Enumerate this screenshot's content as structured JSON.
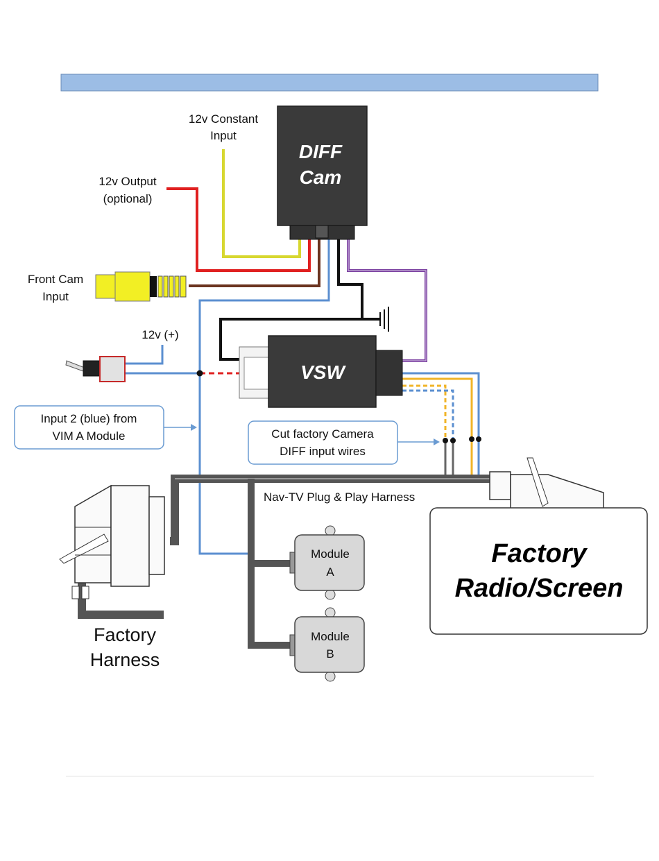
{
  "header_bar_color": "#9cbde5",
  "devices": {
    "diff_cam": {
      "line1": "DIFF",
      "line2": "Cam"
    },
    "vsw": {
      "label": "VSW"
    },
    "module_a": {
      "line1": "Module",
      "line2": "A"
    },
    "module_b": {
      "line1": "Module",
      "line2": "B"
    },
    "factory_radio": {
      "line1": "Factory",
      "line2": "Radio/Screen"
    }
  },
  "labels": {
    "constant_12v": {
      "line1": "12v Constant",
      "line2": "Input"
    },
    "output_12v": {
      "line1": "12v Output",
      "line2": "(optional)"
    },
    "front_cam": {
      "line1": "Front Cam",
      "line2": "Input"
    },
    "plus_12v": "12v (+)",
    "harness": "Nav-TV Plug & Play Harness",
    "factory_harness": {
      "line1": "Factory",
      "line2": "Harness"
    }
  },
  "callouts": {
    "input2": {
      "line1": "Input 2 (blue) from",
      "line2": "VIM A Module"
    },
    "cut_wires": {
      "line1": "Cut factory Camera",
      "line2": "DIFF input wires"
    }
  },
  "wire_colors": {
    "yellow": "#d7d730",
    "red": "#e02020",
    "brown": "#6b3420",
    "blue": "#5b8fd0",
    "black": "#111111",
    "purple": "#7a3fa0",
    "orange": "#f0b428",
    "harness_gray": "#555555"
  },
  "icons": [
    "toggle-switch-icon",
    "rca-connector-icon",
    "ground-symbol-icon",
    "factory-connector-icon"
  ]
}
